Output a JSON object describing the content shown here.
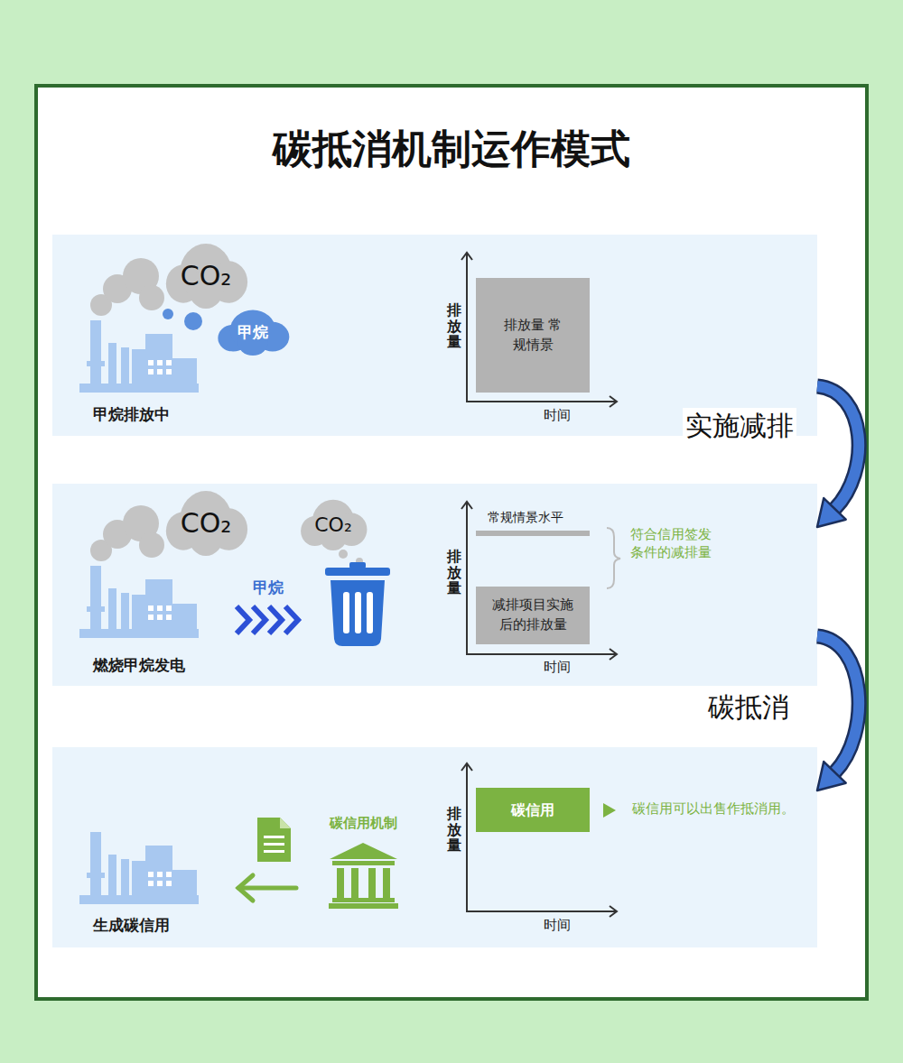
{
  "diagram": {
    "title": "碳抵消机制运作模式",
    "nodes": [
      {
        "text": [
          "甲烷排放中"
        ]
      },
      {
        "text": [
          "CO₂"
        ],
        "in": 0
      },
      {
        "text": [
          "甲烷"
        ],
        "in": 0
      },
      {
        "text": [
          "排放量 常规情景"
        ],
        "in": 0
      },
      {
        "text": [
          "燃烧甲烷发电"
        ]
      },
      {
        "text": [
          "CO₂"
        ],
        "in": 4
      },
      {
        "text": [
          "CO₂"
        ],
        "in": 4
      },
      {
        "text": [
          "减排项目实施后的排放量"
        ],
        "in": 4
      },
      {
        "text": [
          "生成碳信用"
        ]
      },
      {
        "text": [
          "碳信用"
        ],
        "in": 8
      }
    ],
    "edges": [
      {
        "from": 0,
        "to": 4,
        "arrow": "to",
        "label": "实施减排"
      },
      {
        "from": 4,
        "to": 8,
        "arrow": "to",
        "label": "碳抵消"
      }
    ],
    "labels": [
      "排放量",
      "时间",
      "甲烷",
      "常规情景水平",
      "符合信用签发条件的减排量",
      "排放量",
      "时间",
      "碳信用机制",
      "碳信用可以出售作抵消用。",
      "排放量",
      "时间"
    ]
  }
}
